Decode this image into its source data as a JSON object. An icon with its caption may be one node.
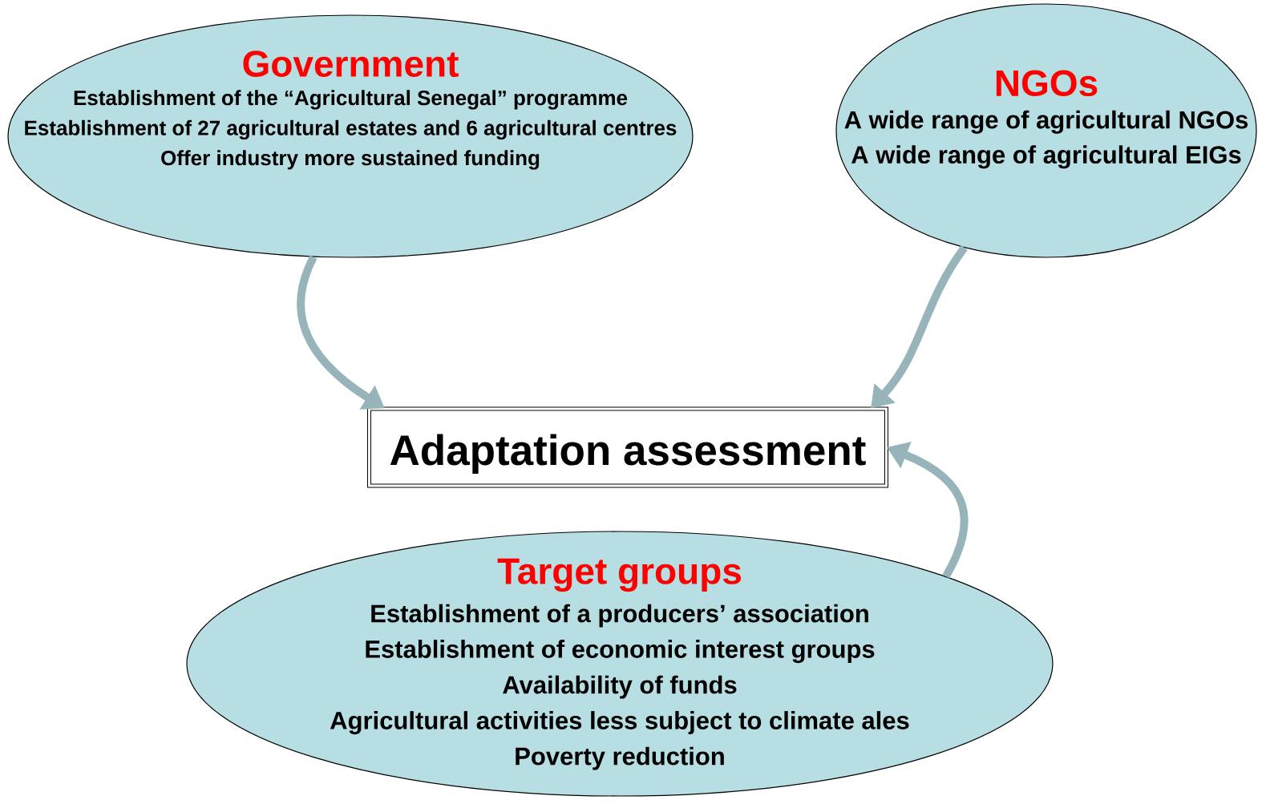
{
  "diagram": {
    "nodes": [
      {
        "text": [
          "Government",
          "Establishment of the “Agricultural Senegal” programme",
          "Establishment of 27 agricultural estates and 6 agricultural centres",
          "Offer industry more sustained funding"
        ]
      },
      {
        "text": [
          "NGOs",
          "A wide range of agricultural NGOs",
          "A wide range of agricultural EIGs"
        ]
      },
      {
        "text": [
          "Adaptation assessment"
        ]
      },
      {
        "text": [
          "Target groups",
          "Establishment of a producers’ association",
          "Establishment of economic interest groups",
          "Availability of funds",
          "Agricultural activities less subject to climate ales",
          "Poverty reduction"
        ]
      }
    ],
    "edges": [
      {
        "from": 0,
        "to": 2,
        "arrow": "to"
      },
      {
        "from": 1,
        "to": 2,
        "arrow": "to"
      },
      {
        "from": 3,
        "to": 2,
        "arrow": "to"
      }
    ]
  }
}
